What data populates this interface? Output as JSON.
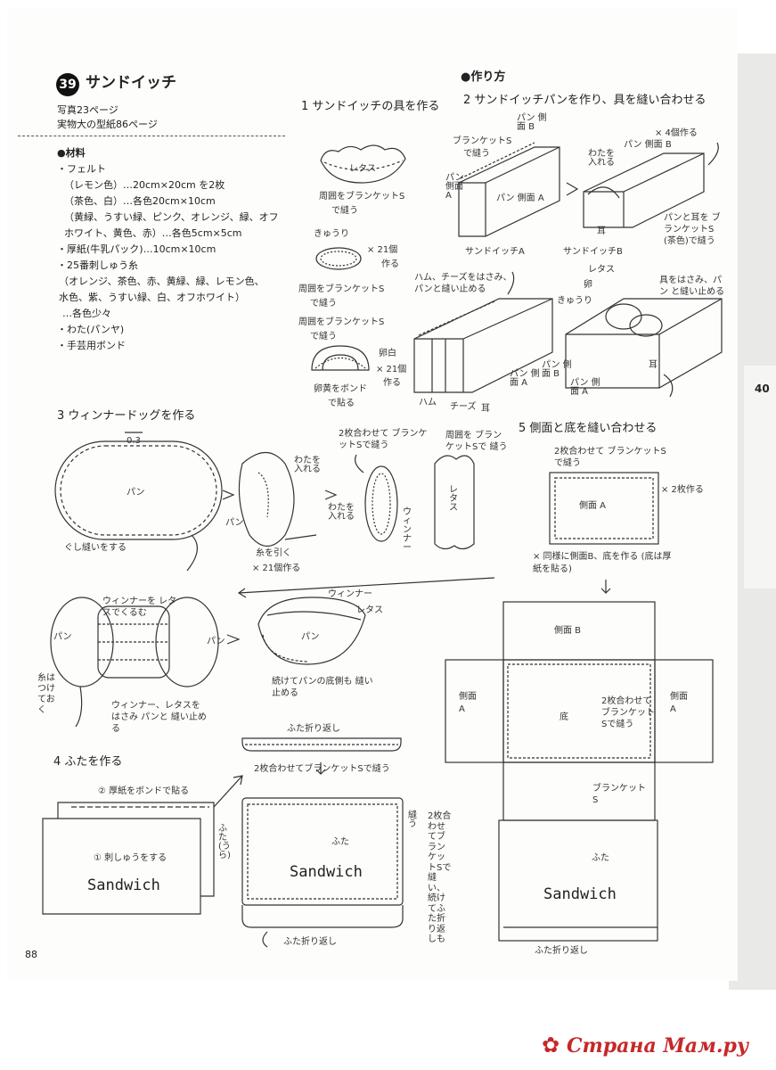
{
  "header": {
    "badge": "39",
    "title": "サンドイッチ",
    "photo_ref": "写真23ページ",
    "pattern_ref": "実物大の型紙86ページ"
  },
  "materials": {
    "heading": "●材料",
    "lines": [
      "・フェルト",
      "（レモン色）…20cm×20cm を2枚",
      "（茶色、白）…各色20cm×10cm",
      "（黄緑、うすい緑、ピンク、オレンジ、緑、オフ",
      "ホワイト、黄色、赤）…各色5cm×5cm",
      "・厚紙(牛乳パック)…10cm×10cm",
      "・25番刺しゅう糸",
      "（オレンジ、茶色、赤、黄緑、緑、レモン色、",
      "水色、紫、うすい緑、白、オフホワイト）",
      "…各色少々",
      "・わた(パンヤ)",
      "・手芸用ボンド"
    ]
  },
  "method": {
    "heading": "●作り方"
  },
  "steps": {
    "s1": "1 サンドイッチの具を作る",
    "s2": "2 サンドイッチパンを作り、具を縫い合わせる",
    "s3": "3 ウィンナードッグを作る",
    "s4": "4 ふたを作る",
    "s5": "5 側面と底を縫い合わせる"
  },
  "labels": {
    "lettuce": "レタス",
    "around_blanket": "周囲をブランケットS",
    "de_nuu": "で縫う",
    "cucumber": "きゅうり",
    "x21": "× 21個",
    "tsukuru": "作る",
    "egg_white": "卵白",
    "yolk_bond": "卵黄をボンド",
    "de_haru": "で貼る",
    "blanket_s": "ブランケットS",
    "pan_side_b": "パン 側面 B",
    "pan_side_a": "パン 側面 A",
    "x4": "× 4個作る",
    "cotton_in": "わたを 入れる",
    "ear": "耳",
    "pan_ear_note": "パンと耳を ブランケットS (茶色)で縫う",
    "sandwich_a": "サンドイッチA",
    "sandwich_b": "サンドイッチB",
    "ham_cheese": "ハム、チーズをはさみ、パンと縫い止める",
    "filling_note": "具をはさみ、パン と縫い止める",
    "egg": "卵",
    "ham": "ハム",
    "cheese": "チーズ",
    "dim": "0.3",
    "pan": "パン",
    "running_stitch": "ぐし縫いをする",
    "pull_thread": "糸を引く",
    "x21_make": "× 21個作る",
    "two_blanket": "2枚合わせて ブランケットSで縫う",
    "around_blanket2": "周囲を ブランケットSで 縫う",
    "wiener": "ウィンナー",
    "wrap_lettuce": "ウィンナーを レタスでくるむ",
    "leave_thread": "糸はつけておく",
    "sandwich_note": "ウィンナー、レタスを はさみ パンと 縫い止める",
    "bottom_note": "続けてパンの底側も 縫い止める",
    "lid_fold": "ふた折り返し",
    "two_blanket_lid": "2枚合わせてブランケットSで縫う",
    "bond_card": "② 厚紙をボンドで貼る",
    "embroider": "① 刺しゅうをする",
    "lid_back": "ふた(うら)",
    "lid": "ふた",
    "sandwich_word": "Sandwich",
    "nuu": "縫う",
    "vertical_note": "2枚合わせてブランケットSで縫い、続けてふた折り返しも",
    "two_blanket5": "2枚合わせて ブランケットSで縫う",
    "x2": "× 2枚作る",
    "side_a": "側面 A",
    "side_b": "側面 B",
    "bottom": "底",
    "same_note": "× 同様に側面B、底を作る (底は厚紙を貼る)"
  },
  "footer": {
    "page_number": "88",
    "watermark": "Страна Мам.ру",
    "side_tab": "40"
  }
}
